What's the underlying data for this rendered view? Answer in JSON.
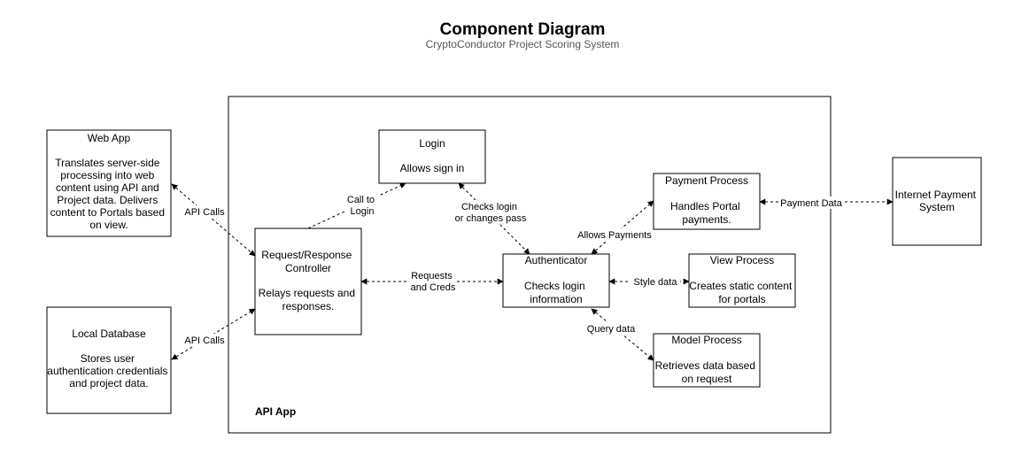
{
  "title": "Component Diagram",
  "subtitle": "CryptoConductor Project Scoring System",
  "container": {
    "label": "API App"
  },
  "components": {
    "web_app": {
      "name": "Web App",
      "desc": [
        "Translates server-side",
        "processing into web",
        "content using API and",
        "Project data. Delivers",
        "content to Portals based",
        "on view."
      ]
    },
    "local_db": {
      "name": "Local Database",
      "desc": [
        "Stores user",
        "authentication credentials",
        "and project data."
      ]
    },
    "login": {
      "name": "Login",
      "desc": [
        "Allows sign in"
      ]
    },
    "controller": {
      "name": [
        "Request/Response",
        "Controller"
      ],
      "desc": [
        "Relays requests and",
        "responses."
      ]
    },
    "authenticator": {
      "name": "Authenticator",
      "desc": [
        "Checks login",
        "information"
      ]
    },
    "payment": {
      "name": "Payment Process",
      "desc": [
        "Handles Portal",
        "payments."
      ]
    },
    "view": {
      "name": "View Process",
      "desc": [
        "Creates static content",
        "for portals"
      ]
    },
    "model": {
      "name": "Model Process",
      "desc": [
        "Retrieves data based",
        "on request"
      ]
    },
    "internet_payment": {
      "name": [
        "Internet Payment",
        "System"
      ]
    }
  },
  "edges": {
    "web_controller": "API Calls",
    "db_controller": "API Calls",
    "controller_login": [
      "Call to",
      "Login"
    ],
    "login_auth": [
      "Checks login",
      "or changes pass"
    ],
    "controller_auth": [
      "Requests",
      "and Creds"
    ],
    "auth_payment": "Allows Payments",
    "payment_internet": "Payment Data",
    "auth_view": "Style data",
    "auth_model": "Query data"
  }
}
